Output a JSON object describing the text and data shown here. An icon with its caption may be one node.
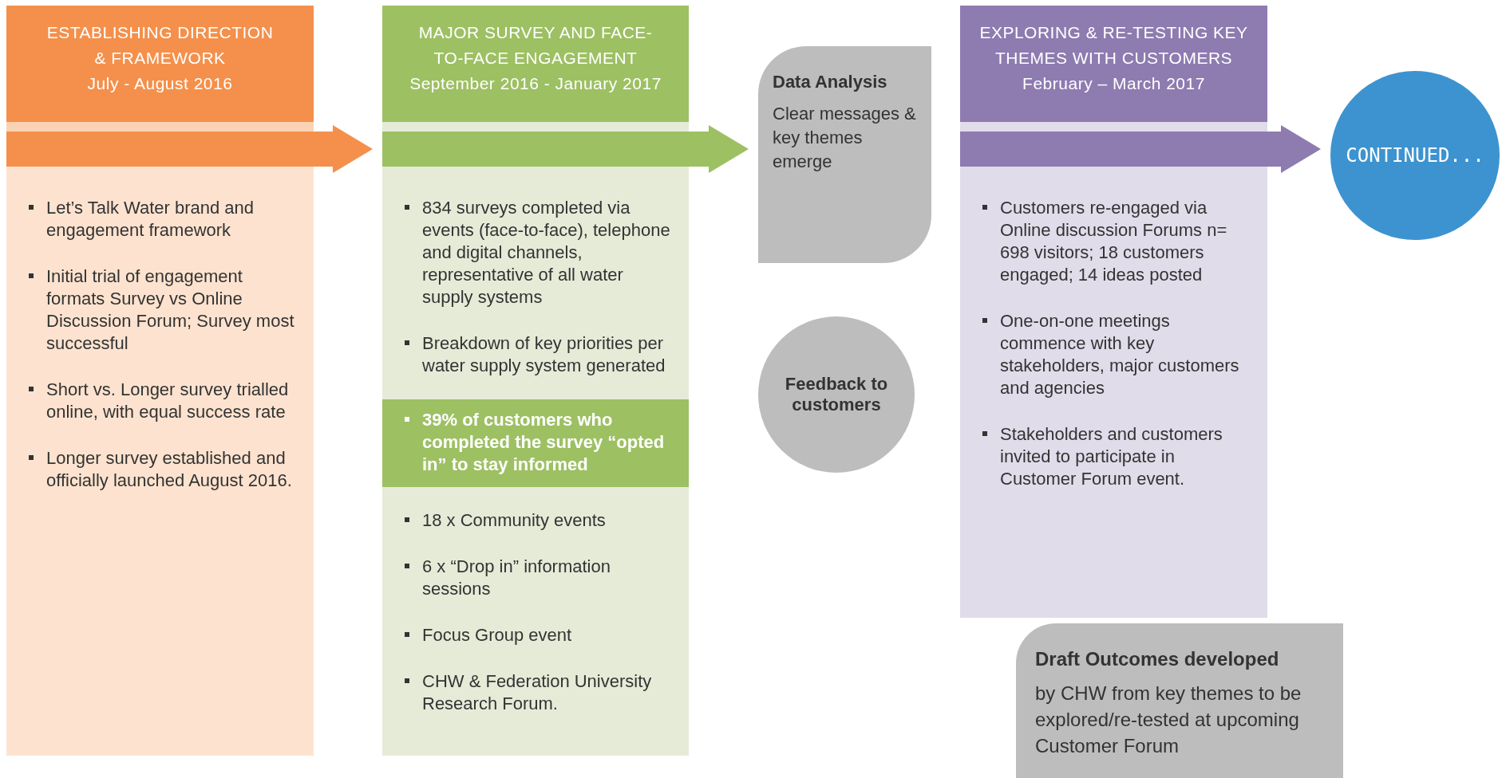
{
  "diagram": {
    "nodes": [
      {
        "text": [
          "ESTABLISHING DIRECTION & FRAMEWORK",
          "July - August 2016"
        ]
      },
      {
        "text": [
          "Let’s Talk Water brand and engagement framework",
          "Initial trial of engagement formats Survey vs Online Discussion Forum; Survey most successful",
          "Short vs. Longer survey trialled online, with equal success rate",
          "Longer survey established and officially launched August 2016."
        ]
      },
      {
        "text": [
          "MAJOR SURVEY AND FACE-TO-FACE ENGAGEMENT",
          "September 2016 - January 2017"
        ]
      },
      {
        "text": [
          "834 surveys completed via events (face-to-face), telephone and digital channels, representative of all water supply systems",
          "Breakdown of key priorities per water supply system generated",
          "18 x Community events",
          "6 x “Drop in” information sessions",
          "Focus Group event",
          "CHW & Federation University Research Forum."
        ]
      },
      {
        "text": [
          "39% of customers who completed the survey “opted in” to stay informed"
        ],
        "in": 3
      },
      {
        "text": [
          "Data Analysis",
          "Clear messages & key themes emerge"
        ]
      },
      {
        "text": [
          "Feedback to customers"
        ]
      },
      {
        "text": [
          "EXPLORING & RE-TESTING KEY THEMES WITH CUSTOMERS",
          "February – March 2017"
        ]
      },
      {
        "text": [
          "Customers re-engaged via Online discussion Forums n= 698 visitors; 18 customers engaged; 14 ideas posted",
          "One-on-one meetings commence with key stakeholders, major customers and agencies",
          "Stakeholders and customers invited to participate in Customer Forum event."
        ]
      },
      {
        "text": [
          "Draft Outcomes developed",
          "by CHW from key themes to be explored/re-tested at upcoming Customer Forum"
        ]
      },
      {
        "text": [
          "CONTINUED..."
        ]
      }
    ],
    "edges": [
      {
        "from": 0,
        "to": 2,
        "arrow": "to",
        "color": "#f4904b"
      },
      {
        "from": 2,
        "to": 5,
        "arrow": "to",
        "color": "#9dc063"
      },
      {
        "from": 7,
        "to": 10,
        "arrow": "to",
        "color": "#8e7bb0"
      }
    ]
  }
}
